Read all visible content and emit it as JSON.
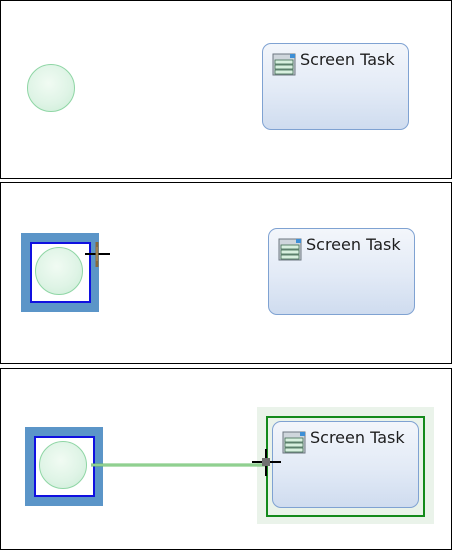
{
  "panels": [
    {
      "start_event": {
        "icon": "start-event-circle"
      },
      "task": {
        "label": "Screen Task",
        "icon": "screen-task-icon"
      }
    },
    {
      "start_event": {
        "icon": "start-event-circle",
        "state": "selected"
      },
      "task": {
        "label": "Screen Task",
        "icon": "screen-task-icon"
      },
      "cursor": "crosshair-cursor"
    },
    {
      "start_event": {
        "icon": "start-event-circle",
        "state": "selected"
      },
      "task": {
        "label": "Screen Task",
        "icon": "screen-task-icon",
        "state": "connection-target"
      },
      "connection": {
        "type": "sequence-flow-preview"
      },
      "cursor": "crosshair-cursor"
    }
  ],
  "colors": {
    "start_event_fill": "#dff4e6",
    "start_event_stroke": "#8fd6a5",
    "task_fill": "#e2eaf6",
    "task_stroke": "#7fa2d2",
    "selection_outer": "#5b95c8",
    "selection_border": "#1010e0",
    "target_border": "#138a1b",
    "connection_line": "#6cc06c"
  }
}
